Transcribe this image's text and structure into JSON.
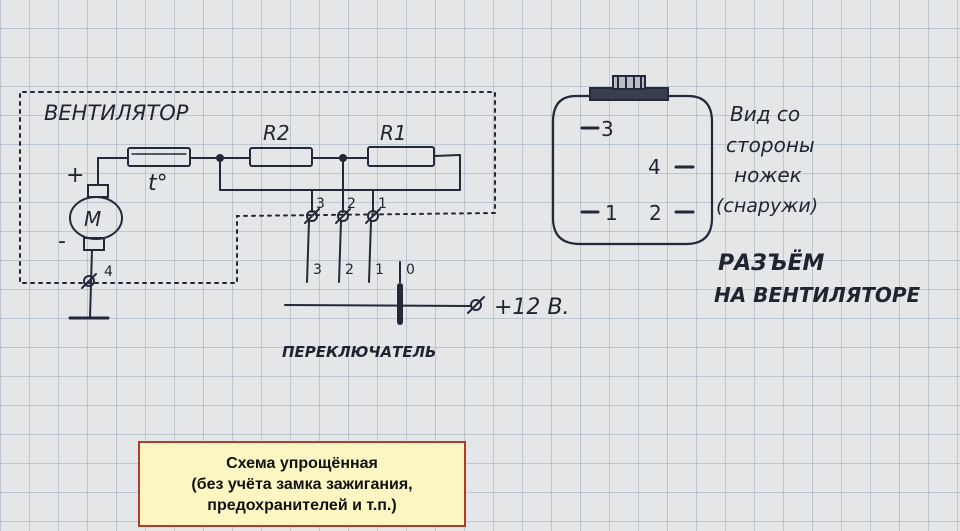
{
  "diagram": {
    "fan_block_title": "ВЕНТИЛЯТОР",
    "resistor_r2": "R2",
    "resistor_r1": "R1",
    "thermal_label": "t°",
    "motor_label": "M",
    "motor_plus": "+",
    "motor_minus": "-",
    "fan_terminal_labels": [
      "3",
      "2",
      "1",
      "4"
    ],
    "switch_wire_labels": [
      "3",
      "2",
      "1",
      "0"
    ],
    "supply_label": "+12 В.",
    "switch_label": "ПЕРЕКЛЮЧАТЕЛЬ"
  },
  "connector": {
    "pins": [
      "3",
      "4",
      "1",
      "2"
    ],
    "view_note": [
      "Вид со",
      "стороны",
      "ножек",
      "(снаружи)"
    ],
    "title": [
      "РАЗЪЁМ",
      "НА ВЕНТИЛЯТОРЕ"
    ]
  },
  "caption": {
    "lines": [
      "Схема упрощённая",
      "(без учёта замка зажигания,",
      "предохранителей и т.п.)"
    ]
  }
}
